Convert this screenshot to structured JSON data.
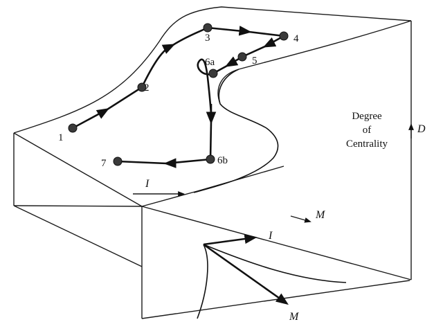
{
  "nodes": [
    {
      "id": "n1",
      "label": "1"
    },
    {
      "id": "n2",
      "label": "2"
    },
    {
      "id": "n3",
      "label": "3"
    },
    {
      "id": "n4",
      "label": "4"
    },
    {
      "id": "n5",
      "label": "5"
    },
    {
      "id": "n6a",
      "label": "6a"
    },
    {
      "id": "n6b",
      "label": "6b"
    },
    {
      "id": "n7",
      "label": "7"
    }
  ],
  "axes": {
    "d_title_line1": "Degree",
    "d_title_line2": "of",
    "d_title_line3": "Centrality",
    "d_symbol": "D",
    "i_upper": "I",
    "m_upper": "M",
    "i_lower": "I",
    "m_lower": "M"
  }
}
